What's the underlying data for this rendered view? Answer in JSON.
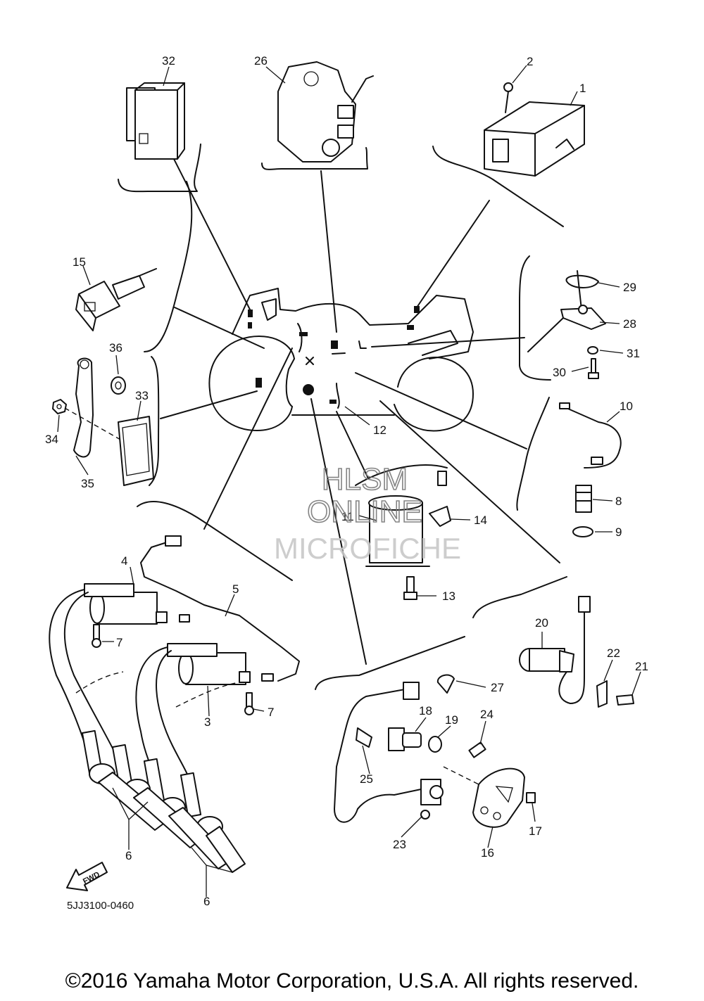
{
  "callouts": [
    "1",
    "2",
    "3",
    "4",
    "5",
    "6",
    "6",
    "7",
    "7",
    "8",
    "9",
    "10",
    "11",
    "12",
    "13",
    "14",
    "15",
    "16",
    "17",
    "18",
    "19",
    "20",
    "21",
    "22",
    "23",
    "24",
    "25",
    "26",
    "27",
    "28",
    "29",
    "30",
    "31",
    "32",
    "33",
    "34",
    "35",
    "36"
  ],
  "watermark": {
    "line1": "HLSM",
    "line2": "ONLINE",
    "line3": "MICROFICHE"
  },
  "fwd_label": "FWD",
  "diagram_code": "5JJ3100-0460",
  "copyright": "©2016 Yamaha Motor Corporation, U.S.A. All rights reserved."
}
